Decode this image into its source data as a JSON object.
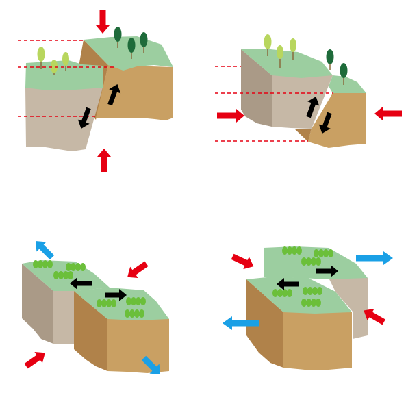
{
  "colors": {
    "background": "#ffffff",
    "grass": "#9ccea0",
    "rock_gray_front": "#c6b8a6",
    "rock_gray_side": "#aa9a87",
    "rock_tan_front": "#c9a063",
    "rock_tan_side": "#b0824a",
    "compression_arrow": "#e60012",
    "extension_arrow": "#1aa0e6",
    "slip_arrow": "#000000",
    "reference_line": "#e60012",
    "tree_light": "#b8d65e",
    "tree_dark": "#1e6b3a",
    "shrub": "#6bbf3a",
    "trunk": "#8a6a3c"
  },
  "diagrams": [
    {
      "id": "reverse-fault",
      "blocks": [
        "hanging-wall-tan",
        "footwall-gray"
      ],
      "slip": [
        "up",
        "down"
      ],
      "applied_force": "compression",
      "reference_lines": 3
    },
    {
      "id": "normal-fault",
      "blocks": [
        "footwall-gray",
        "hanging-wall-tan"
      ],
      "slip": [
        "up",
        "down"
      ],
      "applied_force": "compression-horizontal",
      "reference_lines": 3
    },
    {
      "id": "strike-slip-fault-left",
      "blocks": [
        "gray",
        "tan"
      ],
      "slip": [
        "left",
        "right"
      ],
      "applied_force": "mixed"
    },
    {
      "id": "strike-slip-fault-right",
      "blocks": [
        "gray",
        "tan"
      ],
      "slip": [
        "right",
        "left"
      ],
      "applied_force": "mixed"
    }
  ]
}
